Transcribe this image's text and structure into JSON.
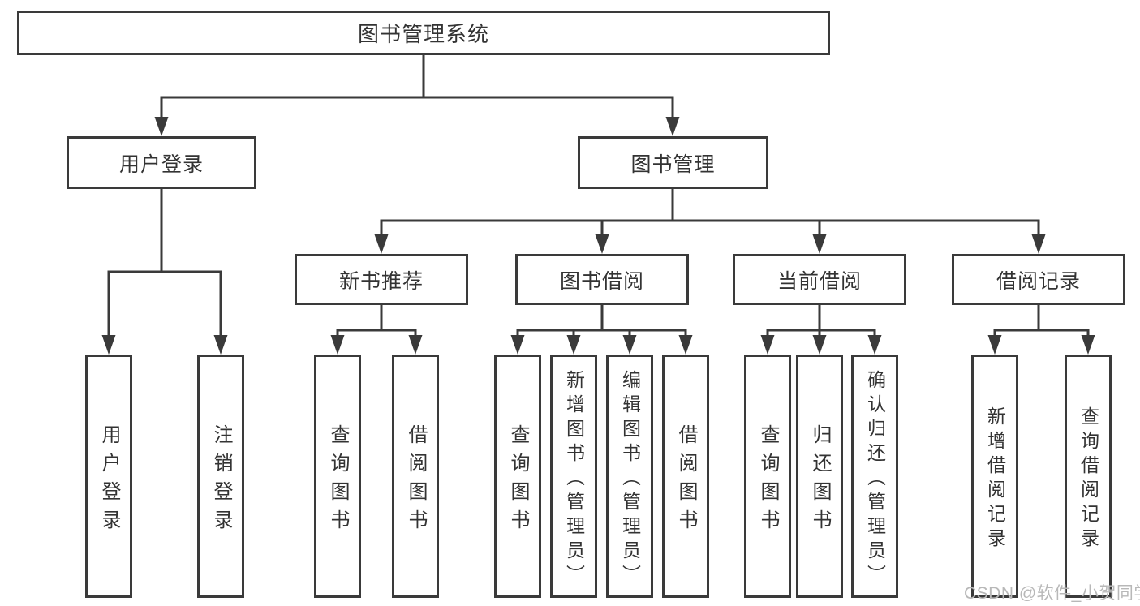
{
  "colors": {
    "line": "#3a3a3a",
    "text": "#333333",
    "watermark": "#b8b8b8",
    "background": "#ffffff"
  },
  "watermark": "CSDN @软件_小贺同学",
  "tree": {
    "root": {
      "label": "图书管理系统",
      "children": [
        {
          "label": "用户登录",
          "children": [
            {
              "label": "用户登录"
            },
            {
              "label": "注销登录"
            }
          ]
        },
        {
          "label": "图书管理",
          "children": [
            {
              "label": "新书推荐",
              "children": [
                {
                  "label": "查询图书"
                },
                {
                  "label": "借阅图书"
                }
              ]
            },
            {
              "label": "图书借阅",
              "children": [
                {
                  "label": "查询图书"
                },
                {
                  "label": "新增图书（管理员）"
                },
                {
                  "label": "编辑图书（管理员）"
                },
                {
                  "label": "借阅图书"
                }
              ]
            },
            {
              "label": "当前借阅",
              "children": [
                {
                  "label": "查询图书"
                },
                {
                  "label": "归还图书"
                },
                {
                  "label": "确认归还（管理员）"
                }
              ]
            },
            {
              "label": "借阅记录",
              "children": [
                {
                  "label": "新增借阅记录"
                },
                {
                  "label": "查询借阅记录"
                }
              ]
            }
          ]
        }
      ]
    }
  }
}
